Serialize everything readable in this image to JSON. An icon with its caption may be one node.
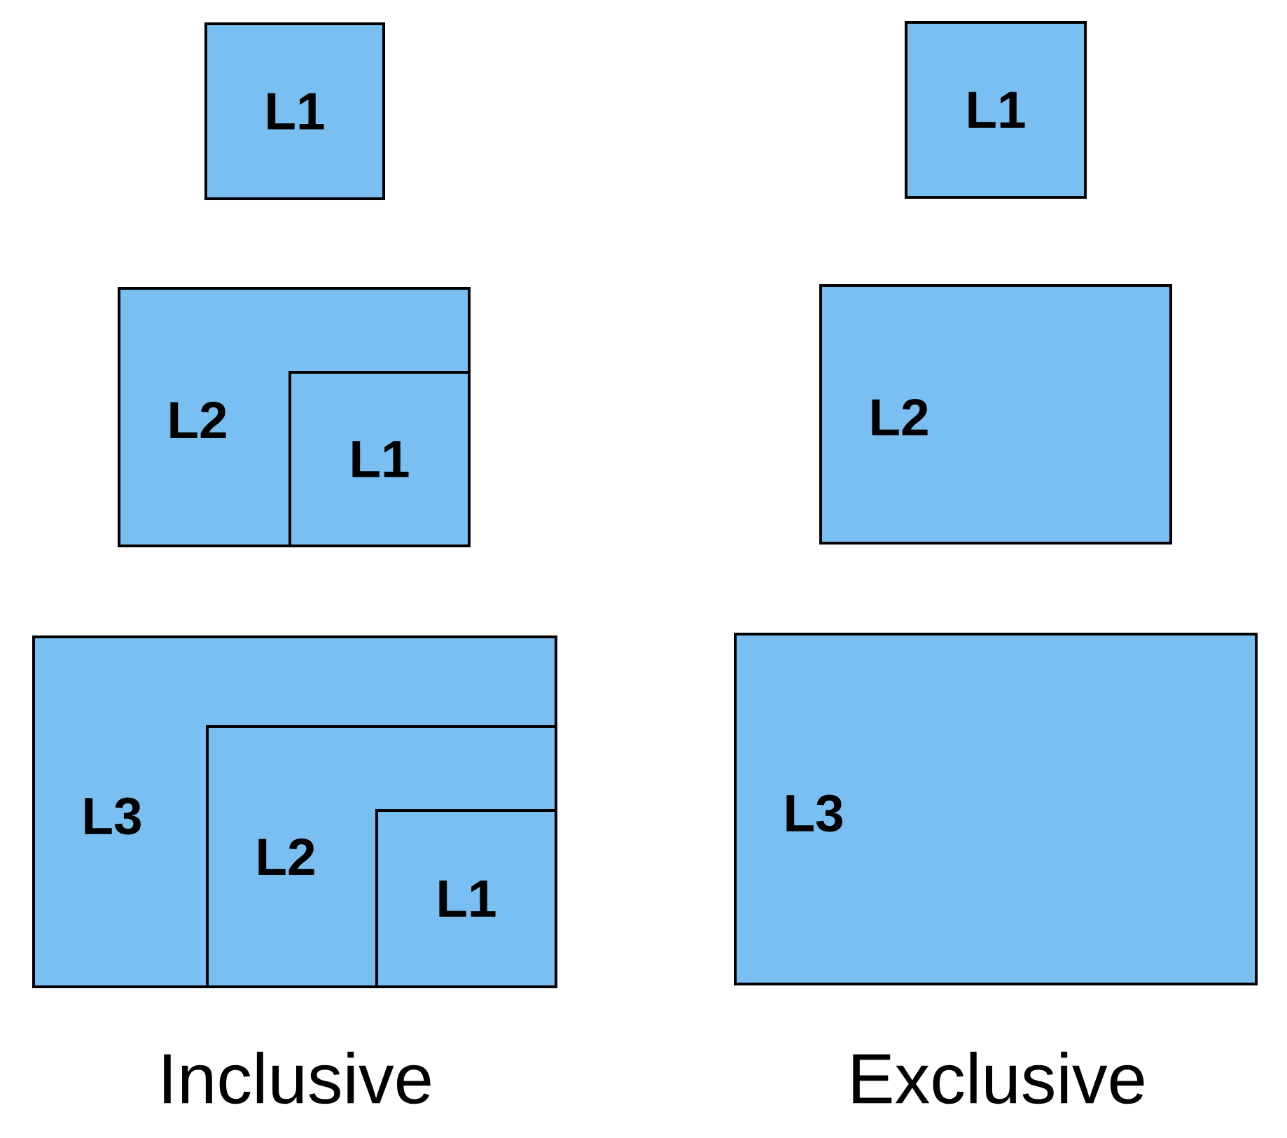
{
  "diagram": {
    "nodes": [
      {
        "text": [
          "L1"
        ]
      },
      {
        "text": [
          "L2"
        ]
      },
      {
        "text": [
          "L1"
        ],
        "in": 1
      },
      {
        "text": [
          "L3"
        ]
      },
      {
        "text": [
          "L2"
        ],
        "in": 3
      },
      {
        "text": [
          "L1"
        ],
        "in": 4
      },
      {
        "text": [
          "L1"
        ]
      },
      {
        "text": [
          "L2"
        ]
      },
      {
        "text": [
          "L3"
        ]
      }
    ],
    "labels": [
      "Inclusive",
      "Exclusive"
    ]
  }
}
